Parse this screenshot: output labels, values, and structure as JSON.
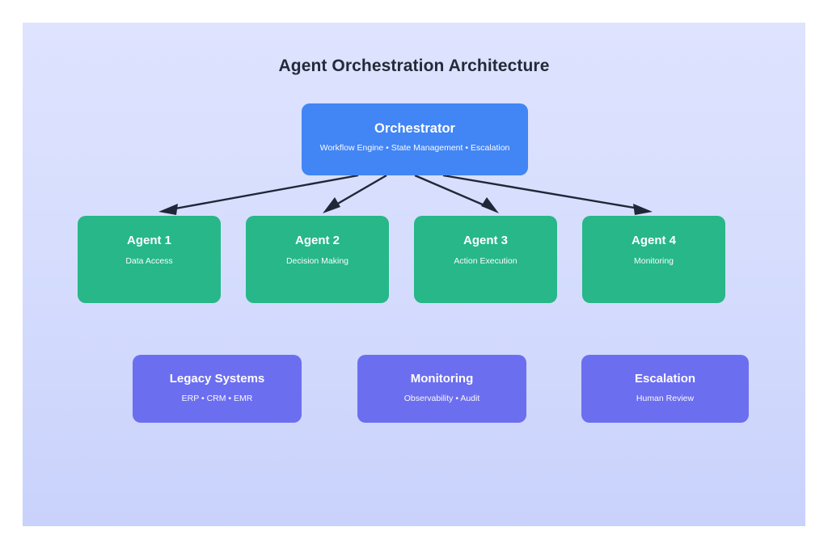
{
  "diagram": {
    "title": "Agent Orchestration Architecture",
    "colors": {
      "background": "#ffffff",
      "panel_top": "#dee3fe",
      "panel_bottom": "#c9d2fc",
      "orchestrator": "#4285f4",
      "agent": "#27b788",
      "system": "#6c6ef0",
      "edge": "#1f2738",
      "title_text": "#232a3a",
      "node_text": "#ffffff"
    },
    "orchestrator": {
      "title": "Orchestrator",
      "subtitle": "Workflow Engine • State Management • Escalation"
    },
    "agents": [
      {
        "title": "Agent 1",
        "subtitle": "Data Access"
      },
      {
        "title": "Agent 2",
        "subtitle": "Decision Making"
      },
      {
        "title": "Agent 3",
        "subtitle": "Action Execution"
      },
      {
        "title": "Agent 4",
        "subtitle": "Monitoring"
      }
    ],
    "systems": [
      {
        "title": "Legacy Systems",
        "subtitle": "ERP • CRM • EMR"
      },
      {
        "title": "Monitoring",
        "subtitle": "Observability • Audit"
      },
      {
        "title": "Escalation",
        "subtitle": "Human Review"
      }
    ],
    "edges": [
      {
        "from": "Orchestrator",
        "to": "Agent 1"
      },
      {
        "from": "Orchestrator",
        "to": "Agent 2"
      },
      {
        "from": "Orchestrator",
        "to": "Agent 3"
      },
      {
        "from": "Orchestrator",
        "to": "Agent 4"
      }
    ]
  }
}
